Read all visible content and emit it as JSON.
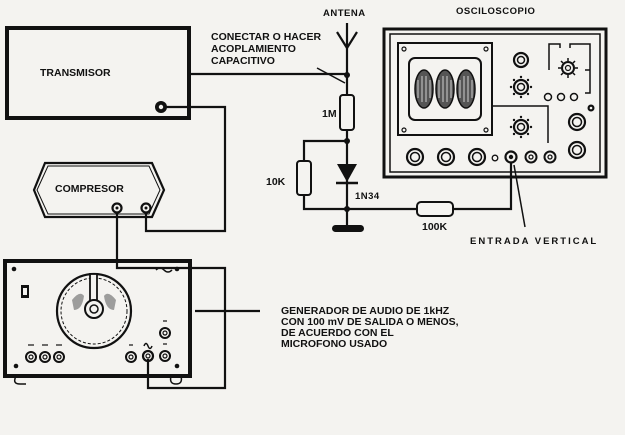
{
  "title": "Prueba de transmisor con compresor, generador de audio y osciloscopio",
  "devices": {
    "transmitter": {
      "label": "TRANSMISOR"
    },
    "compressor": {
      "label": "COMPRESOR"
    },
    "oscilloscope": {
      "label": "OSCILOSCOPIO",
      "input_label": "ENTRADA VERTICAL"
    },
    "antenna": {
      "label": "ANTENA"
    },
    "audio_generator": {
      "note_lines": [
        "GENERADOR DE AUDIO DE 1kHZ",
        "CON 100 mV DE SALIDA O MENOS,",
        "DE ACUERDO CON EL",
        "MICROFONO USADO"
      ]
    }
  },
  "annotations": {
    "coupling_note_lines": [
      "CONECTAR O HACER",
      "ACOPLAMIENTO",
      "CAPACITIVO"
    ]
  },
  "components": {
    "r1": {
      "value": "1M"
    },
    "r2": {
      "value": "10K"
    },
    "r3": {
      "value": "100K"
    },
    "diode": {
      "part": "1N34"
    }
  },
  "colors": {
    "ink": "#111111",
    "paper": "#f4f3f0"
  }
}
